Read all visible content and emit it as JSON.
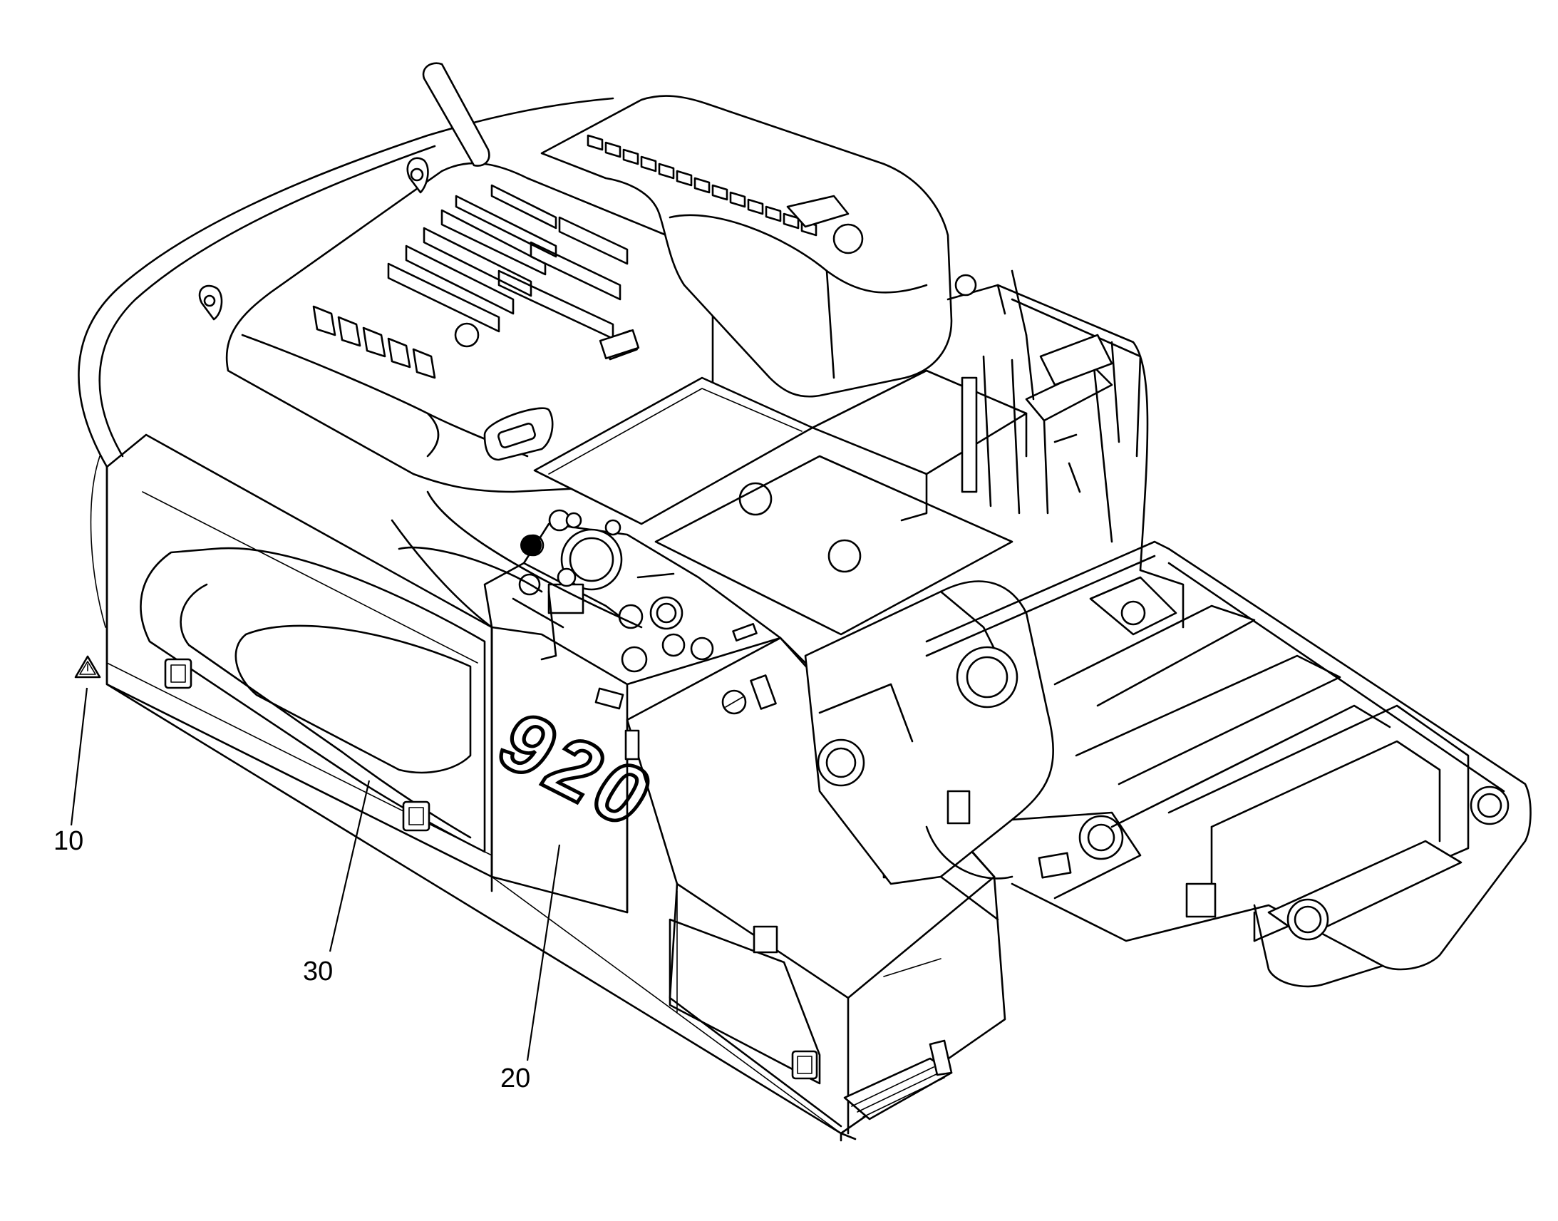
{
  "diagram": {
    "callouts": [
      {
        "id": "10",
        "label": "10"
      },
      {
        "id": "20",
        "label": "20"
      },
      {
        "id": "30",
        "label": "30"
      }
    ],
    "badge_text": "920",
    "icons": [
      "warning-triangle-icon"
    ]
  }
}
